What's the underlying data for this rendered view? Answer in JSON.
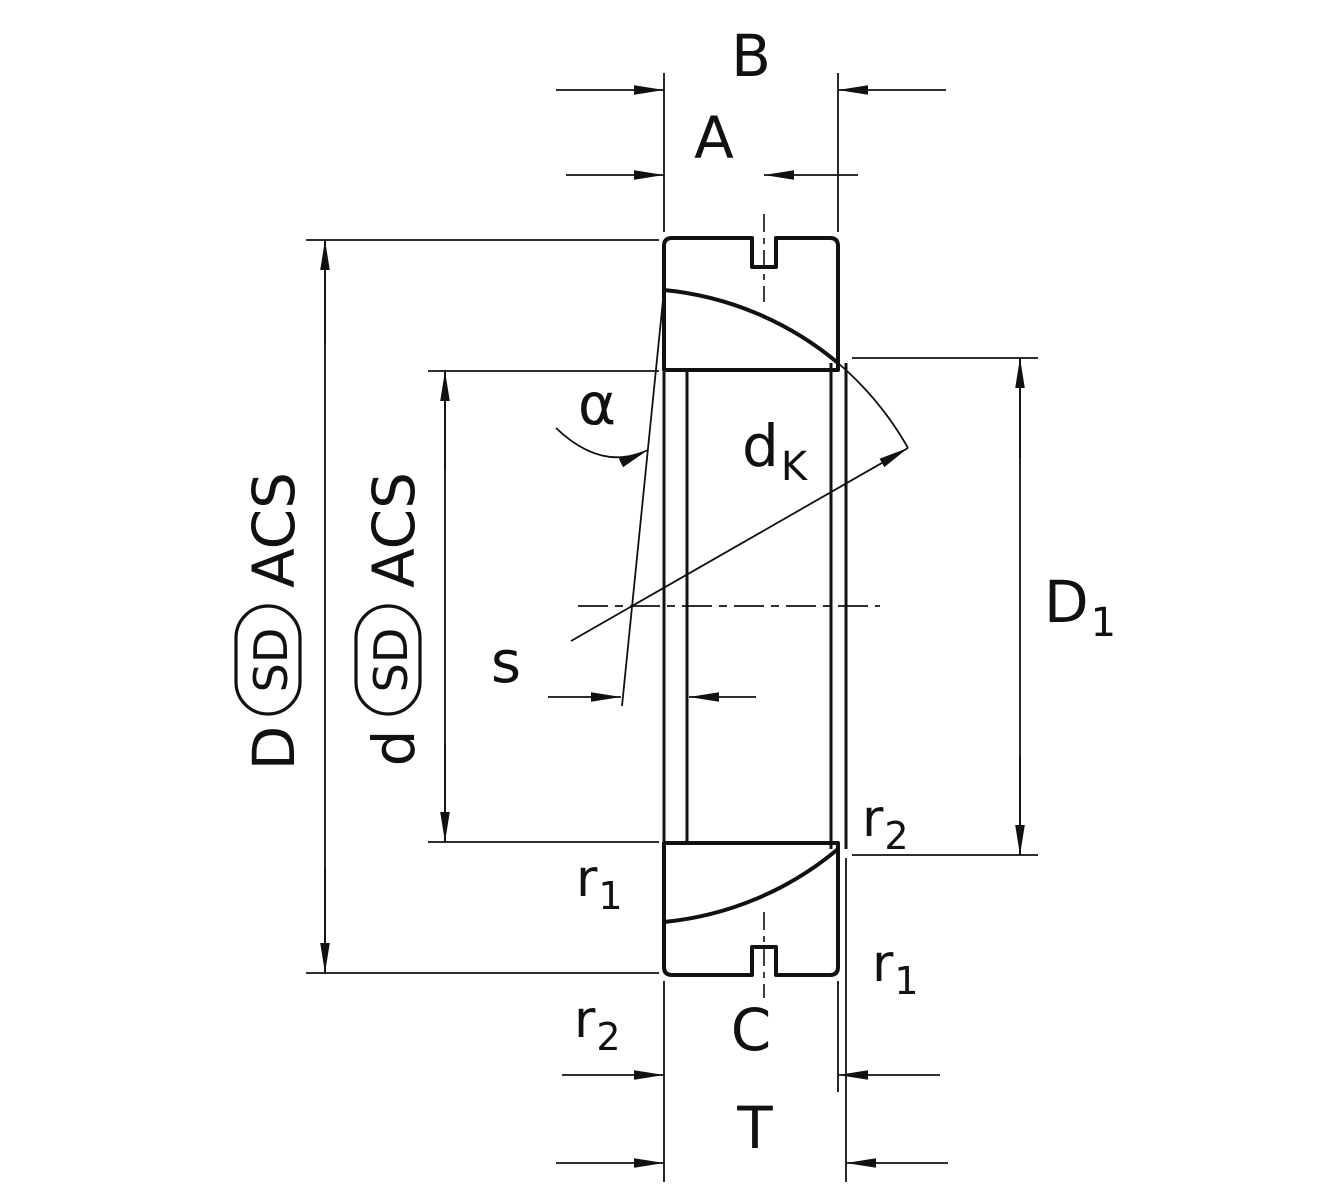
{
  "diagram": {
    "type": "technical-drawing",
    "subject": "angular-contact-spherical-plain-bearing-cross-section",
    "colors": {
      "line": "#111111",
      "background": "#ffffff"
    },
    "labels": {
      "b": "B",
      "a": "A",
      "c": "C",
      "t": "T",
      "s": "s",
      "alpha": "α",
      "dk_base": "d",
      "dk_sub": "K",
      "d1_base": "D",
      "d1_sub": "1",
      "r1_base": "r",
      "r1_sub": "1",
      "r2_base": "r",
      "r2_sub": "2",
      "outer_d": "D",
      "outer_tol": "SD",
      "outer_series": "ACS",
      "bore_d": "d",
      "bore_tol": "SD",
      "bore_series": "ACS"
    }
  }
}
